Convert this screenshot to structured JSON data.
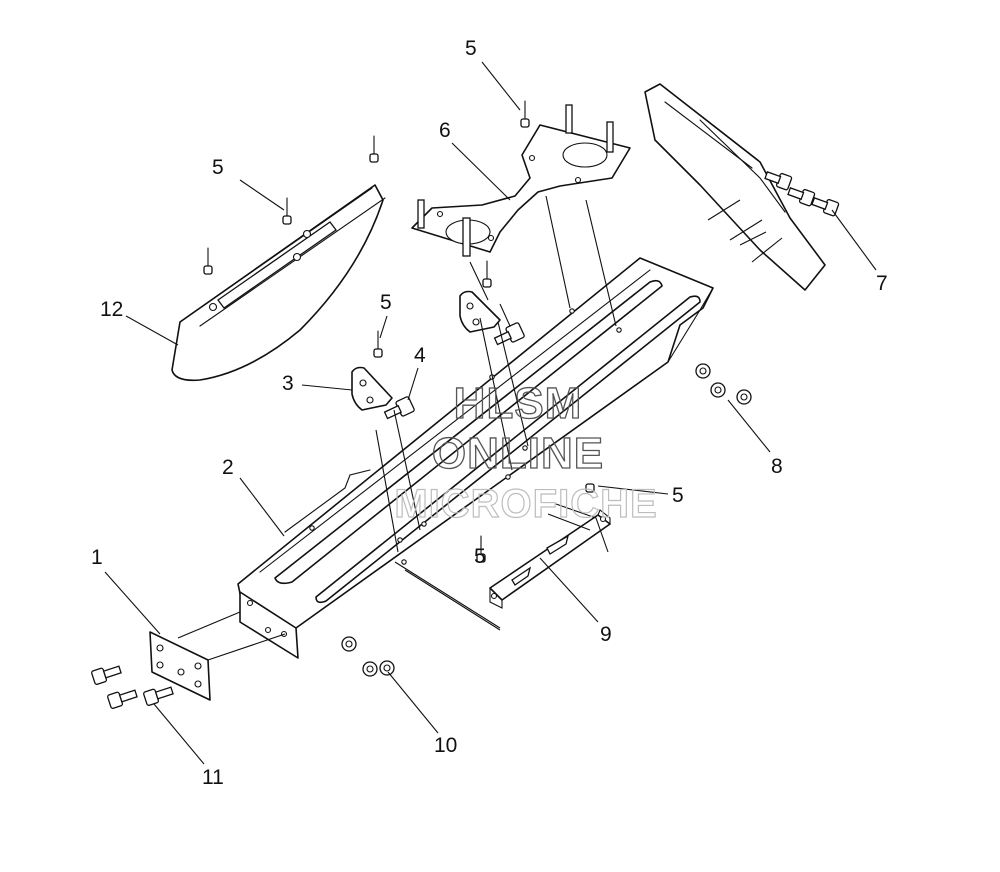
{
  "callouts": [
    "1",
    "2",
    "3",
    "4",
    "5",
    "5",
    "5",
    "5",
    "5",
    "6",
    "7",
    "8",
    "9",
    "10",
    "11",
    "12"
  ],
  "watermark": {
    "line1": "HLSM",
    "line2": "ONLINE",
    "line3": "MICROFICHE"
  }
}
